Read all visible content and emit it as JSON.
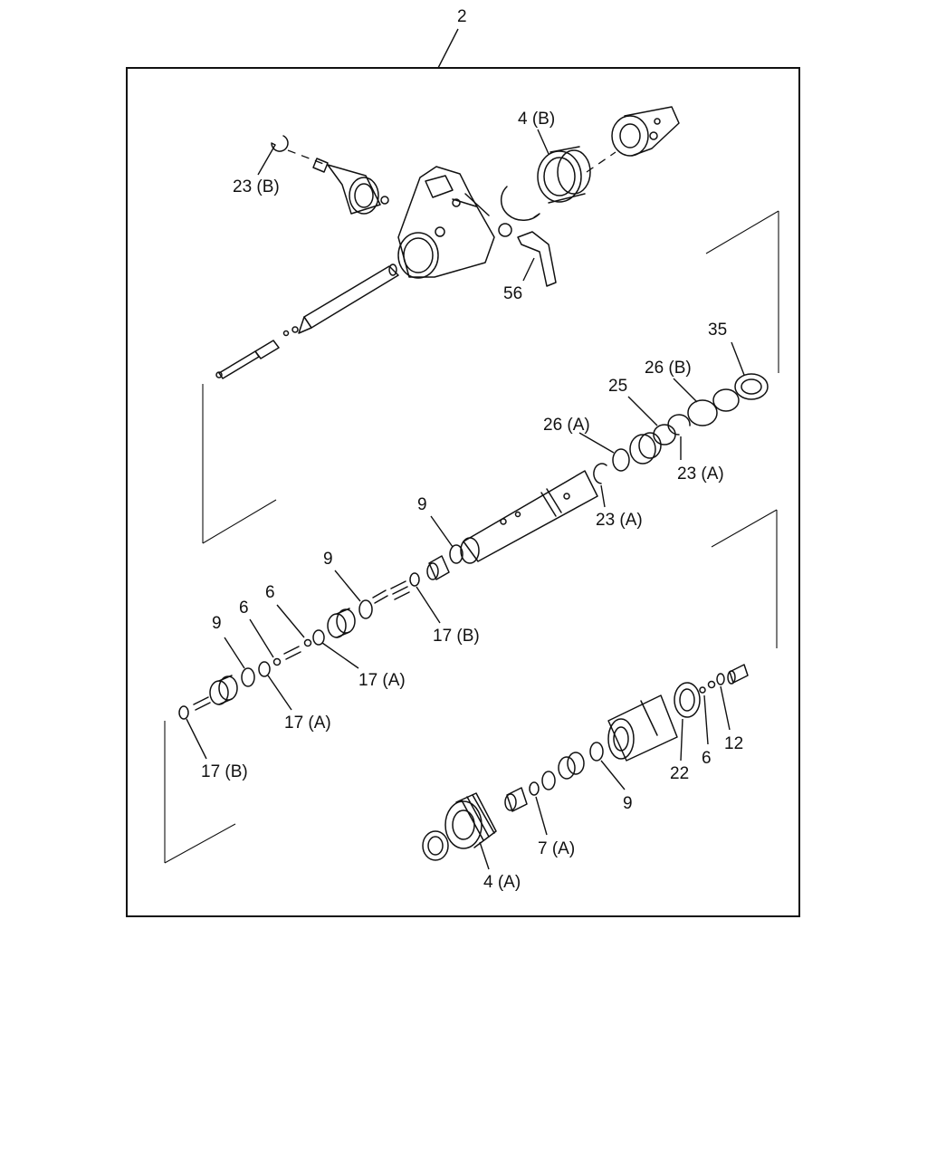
{
  "diagram": {
    "assembly_callout": "2",
    "callouts": [
      {
        "id": "c-23b-top",
        "text": "23 (B)"
      },
      {
        "id": "c-4b",
        "text": "4 (B)"
      },
      {
        "id": "c-56",
        "text": "56"
      },
      {
        "id": "c-35",
        "text": "35"
      },
      {
        "id": "c-26b",
        "text": "26 (B)"
      },
      {
        "id": "c-25",
        "text": "25"
      },
      {
        "id": "c-26a",
        "text": "26 (A)"
      },
      {
        "id": "c-23a-right",
        "text": "23 (A)"
      },
      {
        "id": "c-23a-mid",
        "text": "23 (A)"
      },
      {
        "id": "c-9-a",
        "text": "9"
      },
      {
        "id": "c-9-b",
        "text": "9"
      },
      {
        "id": "c-17b-mid",
        "text": "17 (B)"
      },
      {
        "id": "c-6-a",
        "text": "6"
      },
      {
        "id": "c-17a-upper",
        "text": "17 (A)"
      },
      {
        "id": "c-9-c",
        "text": "9"
      },
      {
        "id": "c-6-b",
        "text": "6"
      },
      {
        "id": "c-17a-lower",
        "text": "17 (A)"
      },
      {
        "id": "c-17b-left",
        "text": "17 (B)"
      },
      {
        "id": "c-12",
        "text": "12"
      },
      {
        "id": "c-6-c",
        "text": "6"
      },
      {
        "id": "c-22",
        "text": "22"
      },
      {
        "id": "c-9-d",
        "text": "9"
      },
      {
        "id": "c-7a",
        "text": "7 (A)"
      },
      {
        "id": "c-4a",
        "text": "4 (A)"
      }
    ]
  }
}
